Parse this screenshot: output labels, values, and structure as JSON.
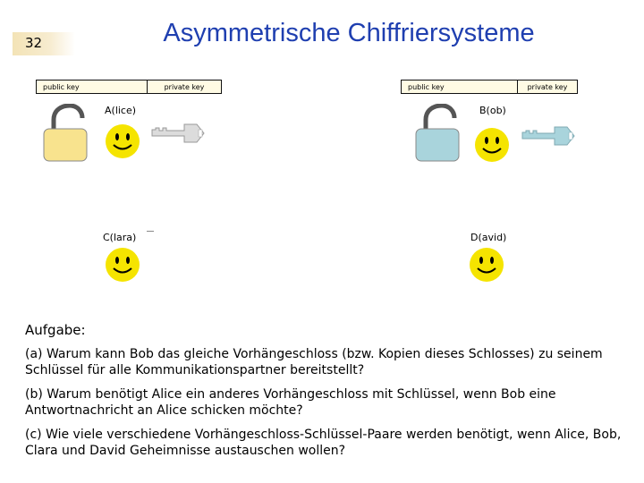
{
  "slide_number": "32",
  "title": "Asymmetrische Chiffriersysteme",
  "left_keys": {
    "public_label": "public key",
    "private_label": "private key"
  },
  "right_keys": {
    "public_label": "public key",
    "private_label": "private key"
  },
  "persons": {
    "alice": "A(lice)",
    "bob": "B(ob)",
    "clara": "C(lara)",
    "david": "D(avid)"
  },
  "colors": {
    "title": "#1f3fb0",
    "alice_lock": "#f8e38e",
    "bob_lock": "#a9d4dc",
    "alice_key": "#dcdcdc",
    "bob_key": "#a9d4dc",
    "smiley": "#f5e400"
  },
  "task": {
    "heading": "Aufgabe:",
    "items": [
      "(a) Warum kann Bob das gleiche Vorhängeschloss (bzw. Kopien dieses Schlosses) zu seinem Schlüssel für alle Kommunikationspartner bereitstellt?",
      "(b) Warum benötigt Alice ein anderes Vorhängeschloss mit Schlüssel, wenn Bob eine Antwortnachricht an Alice schicken möchte?",
      "(c) Wie viele verschiedene Vorhängeschloss-Schlüssel-Paare werden benötigt, wenn Alice, Bob, Clara und David Geheimnisse austauschen wollen?"
    ]
  }
}
